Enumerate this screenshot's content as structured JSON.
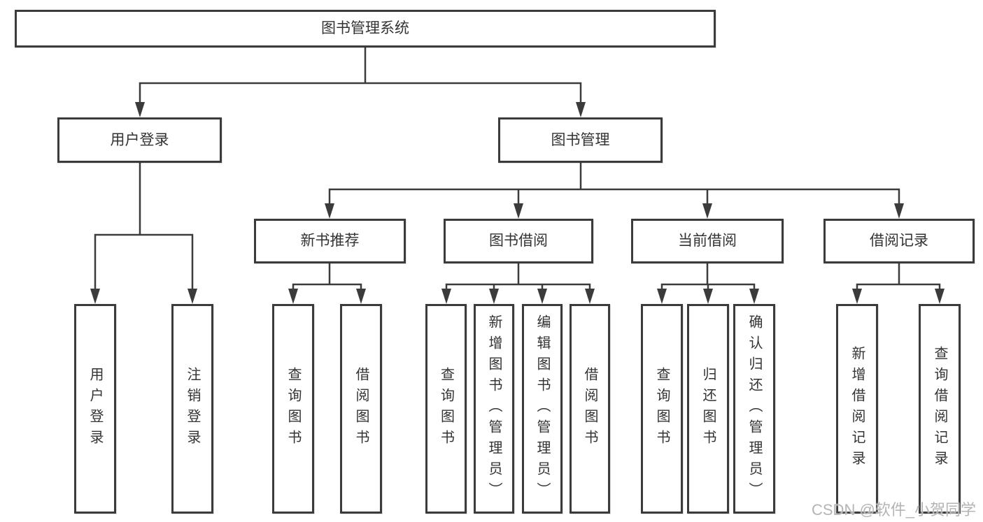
{
  "colors": {
    "line": "#3b3b3b",
    "text": "#333333",
    "background": "#ffffff",
    "watermark": "#b4b4b4"
  },
  "watermark": {
    "text": "CSDN @软件_小贺同学"
  },
  "tree": {
    "root": {
      "label": "图书管理系统",
      "children": [
        {
          "label": "用户登录",
          "children": [
            {
              "label": "用户登录"
            },
            {
              "label": "注销登录"
            }
          ]
        },
        {
          "label": "图书管理",
          "children": [
            {
              "label": "新书推荐",
              "children": [
                {
                  "label": "查询图书"
                },
                {
                  "label": "借阅图书"
                }
              ]
            },
            {
              "label": "图书借阅",
              "children": [
                {
                  "label": "查询图书"
                },
                {
                  "label": "新增图书（管理员）"
                },
                {
                  "label": "编辑图书（管理员）"
                },
                {
                  "label": "借阅图书"
                }
              ]
            },
            {
              "label": "当前借阅",
              "children": [
                {
                  "label": "查询图书"
                },
                {
                  "label": "归还图书"
                },
                {
                  "label": "确认归还（管理员）"
                }
              ]
            },
            {
              "label": "借阅记录",
              "children": [
                {
                  "label": "新增借阅记录"
                },
                {
                  "label": "查询借阅记录"
                }
              ]
            }
          ]
        }
      ]
    }
  }
}
